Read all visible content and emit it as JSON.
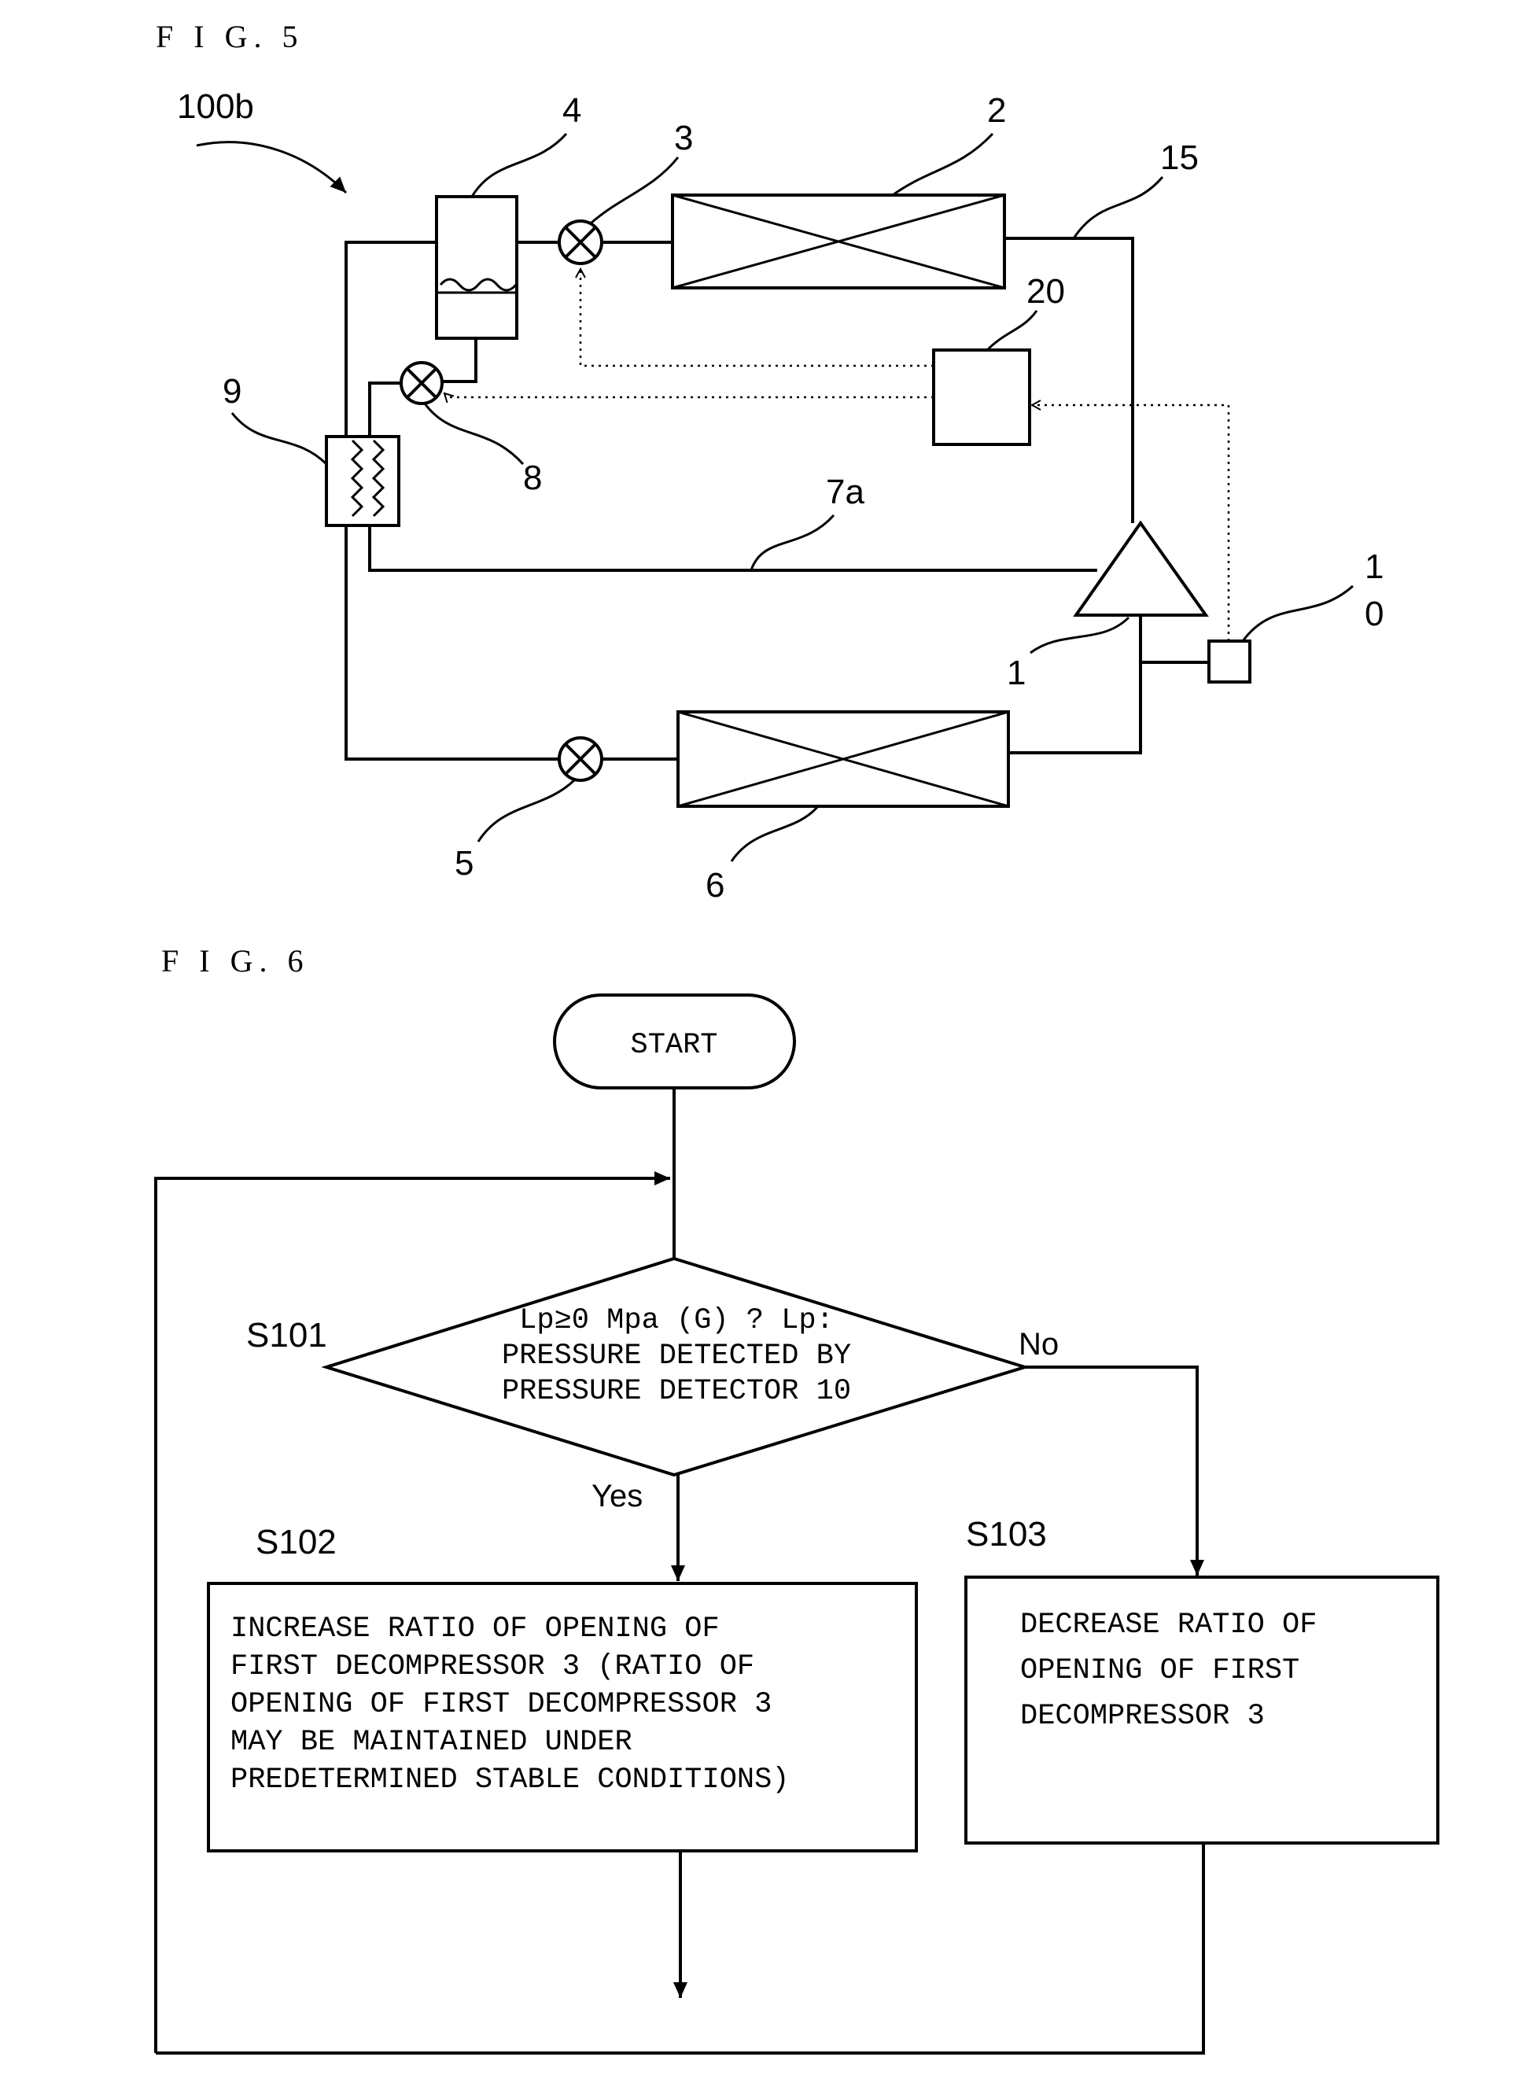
{
  "fig5": {
    "title": "F I G. 5",
    "system_label": "100b",
    "labels": {
      "accumulator": "4",
      "first_decompressor": "3",
      "radiator": "2",
      "pipe": "15",
      "controller": "20",
      "heat_exchanger": "9",
      "second_decompressor": "8",
      "injection_pipe": "7a",
      "pressure_detector_top": "1",
      "pressure_detector_bottom": "0",
      "compressor": "1",
      "third_decompressor": "5",
      "evaporator": "6"
    }
  },
  "fig6": {
    "title": "F I G. 6",
    "start": "START",
    "s101": {
      "id": "S101",
      "lines": [
        "Lp≥0 Mpa (G) ? Lp:",
        "PRESSURE DETECTED BY",
        "PRESSURE DETECTOR 10"
      ]
    },
    "yes": "Yes",
    "no": "No",
    "s102": {
      "id": "S102",
      "lines": [
        "INCREASE RATIO OF OPENING OF",
        "FIRST DECOMPRESSOR 3 (RATIO OF",
        "OPENING OF FIRST DECOMPRESSOR 3",
        "MAY BE MAINTAINED UNDER",
        "PREDETERMINED STABLE CONDITIONS)"
      ]
    },
    "s103": {
      "id": "S103",
      "lines": [
        "DECREASE RATIO OF",
        "OPENING OF FIRST",
        "DECOMPRESSOR 3"
      ]
    }
  }
}
